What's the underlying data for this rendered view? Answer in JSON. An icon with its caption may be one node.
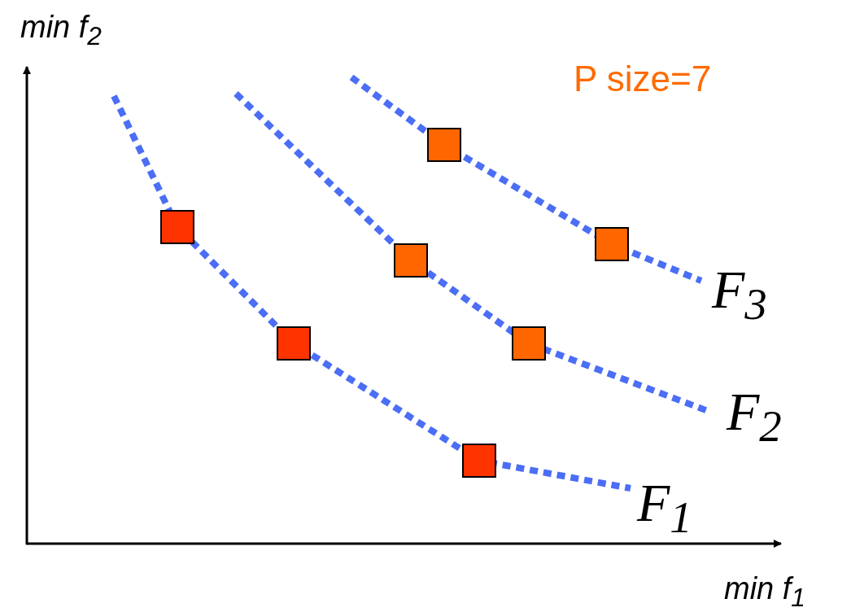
{
  "diagram": {
    "labels": [
      "min f$_{2}$",
      "P size=7",
      "F$_{3}$",
      "F$_{2}$",
      "F$_{1}$",
      "min f$_{1}$"
    ]
  }
}
